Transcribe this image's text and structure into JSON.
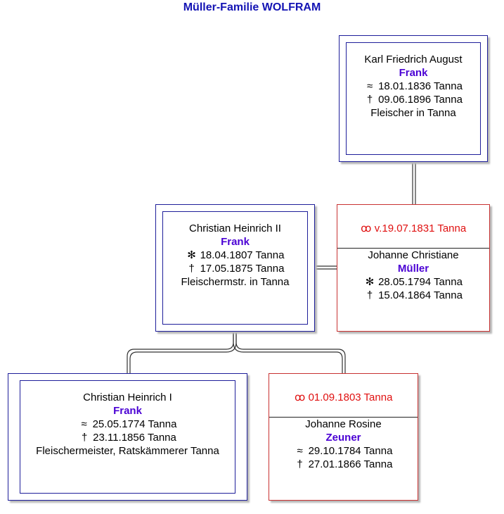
{
  "title": "Müller-Familie WOLFRAM",
  "symbols": {
    "baptism": "≈",
    "birth": "✻",
    "death": "†",
    "marriage": "ꝏ"
  },
  "gen3": {
    "given": "Karl Friedrich August",
    "surname": "Frank",
    "event1": "18.01.1836 Tanna",
    "event2": "09.06.1896 Tanna",
    "occupation": "Fleischer in Tanna"
  },
  "gen2": {
    "given": "Christian Heinrich II",
    "surname": "Frank",
    "event1": "18.04.1807 Tanna",
    "event2": "17.05.1875 Tanna",
    "occupation": "Fleischermstr. in Tanna"
  },
  "gen2_spouse": {
    "marriage": "v.19.07.1831 Tanna",
    "given": "Johanne Christiane",
    "surname": "Müller",
    "event1": "28.05.1794 Tanna",
    "event2": "15.04.1864 Tanna"
  },
  "gen1": {
    "given": "Christian Heinrich I",
    "surname": "Frank",
    "event1": "25.05.1774 Tanna",
    "event2": "23.11.1856 Tanna",
    "occupation": "Fleischermeister, Ratskämmerer Tanna"
  },
  "gen1_spouse": {
    "marriage": "01.09.1803 Tanna",
    "given": "Johanne Rosine",
    "surname": "Zeuner",
    "event1": "29.10.1784 Tanna",
    "event2": "27.01.1866 Tanna"
  }
}
